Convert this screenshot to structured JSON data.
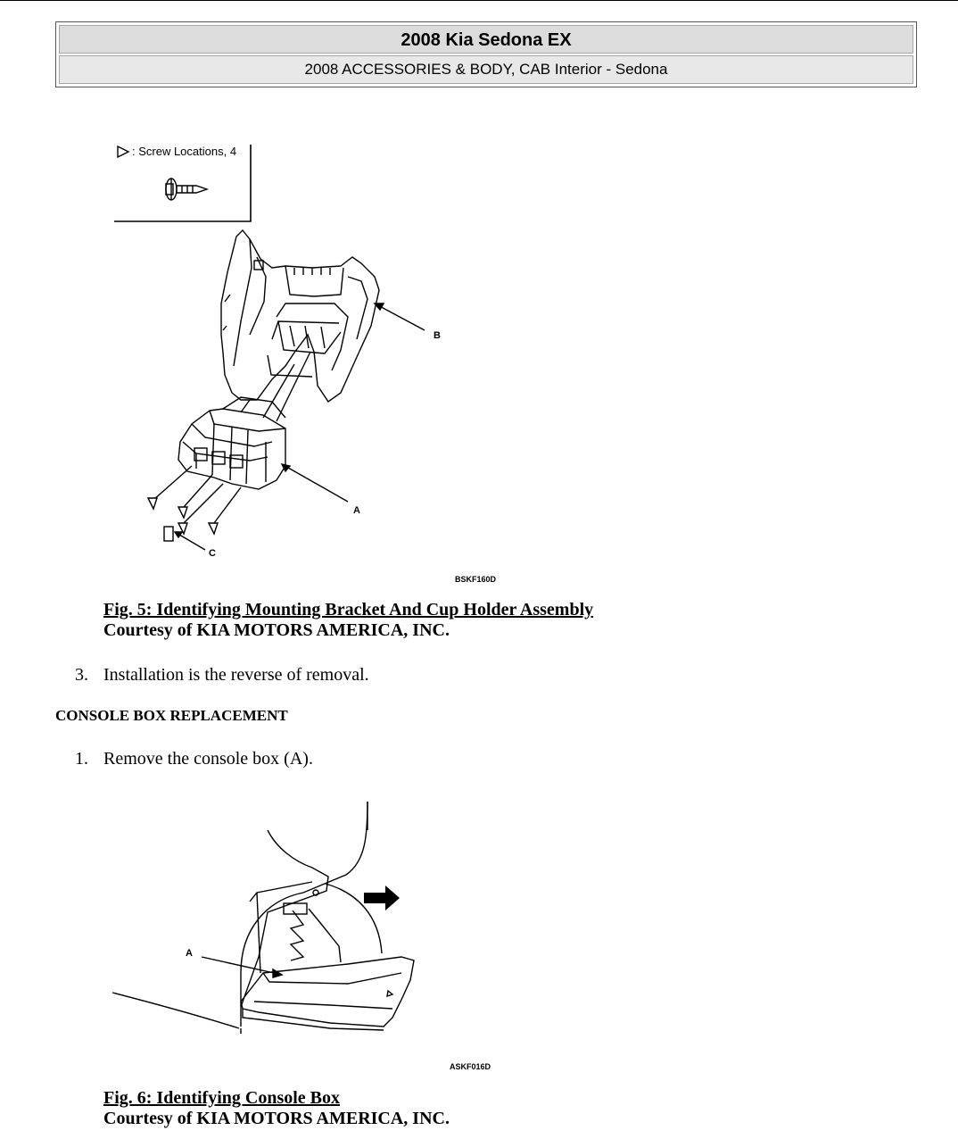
{
  "header": {
    "title": "2008 Kia Sedona EX",
    "subtitle": "2008 ACCESSORIES & BODY, CAB Interior - Sedona"
  },
  "figure5": {
    "legend": ": Screw Locations, 4",
    "label_a": "A",
    "label_b": "B",
    "label_c": "C",
    "code": "BSKF160D",
    "caption": "Fig. 5: Identifying Mounting Bracket And Cup Holder Assembly",
    "courtesy": "Courtesy of KIA MOTORS AMERICA, INC."
  },
  "step3": {
    "num": "3.",
    "text": "Installation is the reverse of removal."
  },
  "section": {
    "title": "CONSOLE BOX REPLACEMENT"
  },
  "step1": {
    "num": "1.",
    "text": "Remove the console box (A)."
  },
  "figure6": {
    "label_a": "A",
    "code": "ASKF016D",
    "caption": "Fig. 6: Identifying Console Box",
    "courtesy": "Courtesy of KIA MOTORS AMERICA, INC."
  }
}
